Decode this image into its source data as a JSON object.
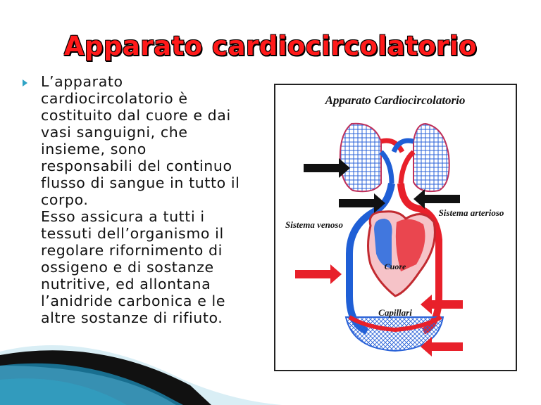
{
  "slide": {
    "title": "Apparato cardiocircolatorio",
    "body": "L’apparato\ncardiocircolatorio è\ncostituito dal cuore e dai\nvasi sanguigni, che\ninsieme, sono\nresponsabili del continuo\nflusso di sangue in tutto il\ncorpo.\nEsso assicura a tutti i\ntessuti dell’organismo il\nregolare rifornimento di\nossigeno e di sostanze\nnutritive, ed allontana\nl’anidride carbonica e le\naltre sostanze di rifiuto."
  },
  "figure": {
    "heading": "Apparato  Cardiocircolatorio",
    "label_venoso": "Sistema venoso",
    "label_arterioso": "Sistema arterioso",
    "label_cuore": "Cuore",
    "label_capillari": "Capillari"
  },
  "colors": {
    "title": "#ff1a1a",
    "bullet": "#2ea3c5",
    "artery": "#e8202a",
    "vein": "#1f5fd6"
  }
}
